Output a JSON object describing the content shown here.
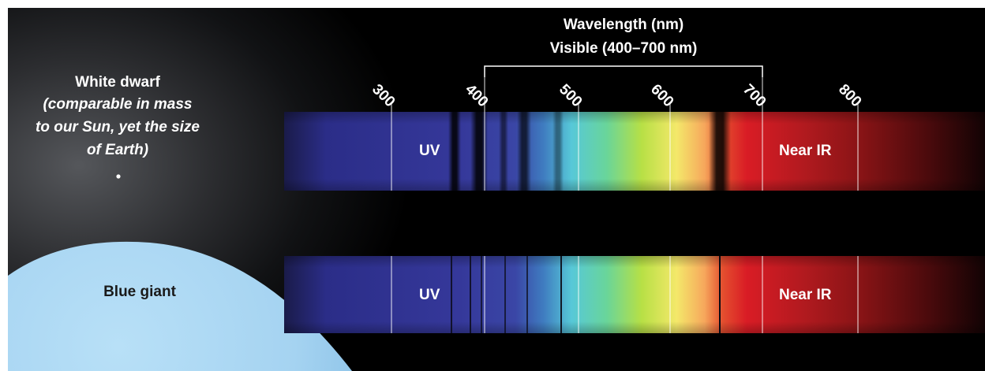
{
  "header": {
    "axis_title": "Wavelength (nm)",
    "visible_range": "Visible (400–700 nm)"
  },
  "ticks": [
    "300",
    "400",
    "500",
    "600",
    "700",
    "800"
  ],
  "white_dwarf": {
    "name": "White dwarf",
    "desc_line1": "(comparable in mass",
    "desc_line2": "to our Sun, yet the size",
    "desc_line3": "of Earth)"
  },
  "blue_giant": {
    "name": "Blue giant"
  },
  "spectra": {
    "uv_label": "UV",
    "ir_label": "Near IR"
  },
  "colors": {
    "background": "#000000",
    "blue_giant_sphere": "#a9d6f2",
    "uv": "#2d2e8f",
    "ir": "#8c1515"
  }
}
